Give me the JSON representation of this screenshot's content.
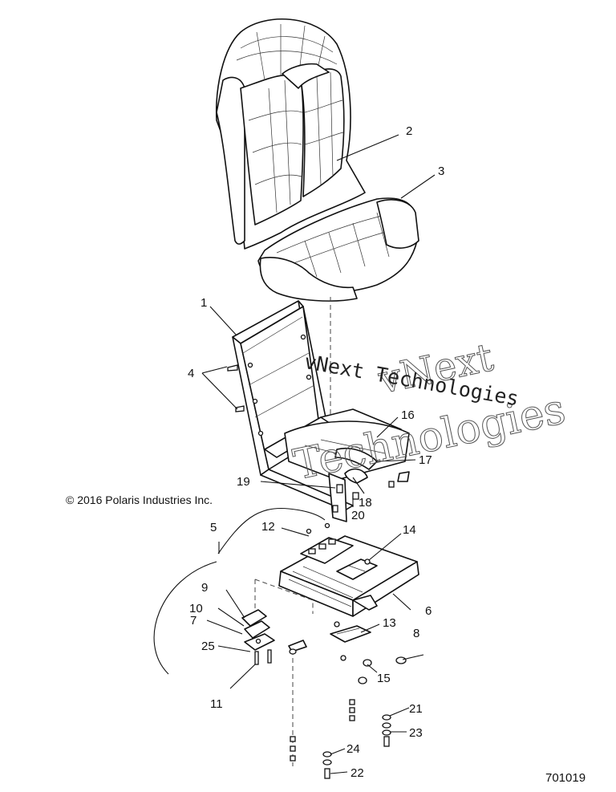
{
  "copyright": "© 2016 Polaris Industries Inc.",
  "figure_number": "701019",
  "watermark": {
    "main_text": "vNext Technologies",
    "outline_line1": "vNext",
    "outline_line2": "Technologies"
  },
  "callouts": [
    "1",
    "2",
    "3",
    "4",
    "5",
    "6",
    "7",
    "8",
    "9",
    "10",
    "11",
    "12",
    "13",
    "14",
    "15",
    "16",
    "17",
    "18",
    "19",
    "20",
    "21",
    "22",
    "23",
    "24",
    "25"
  ]
}
